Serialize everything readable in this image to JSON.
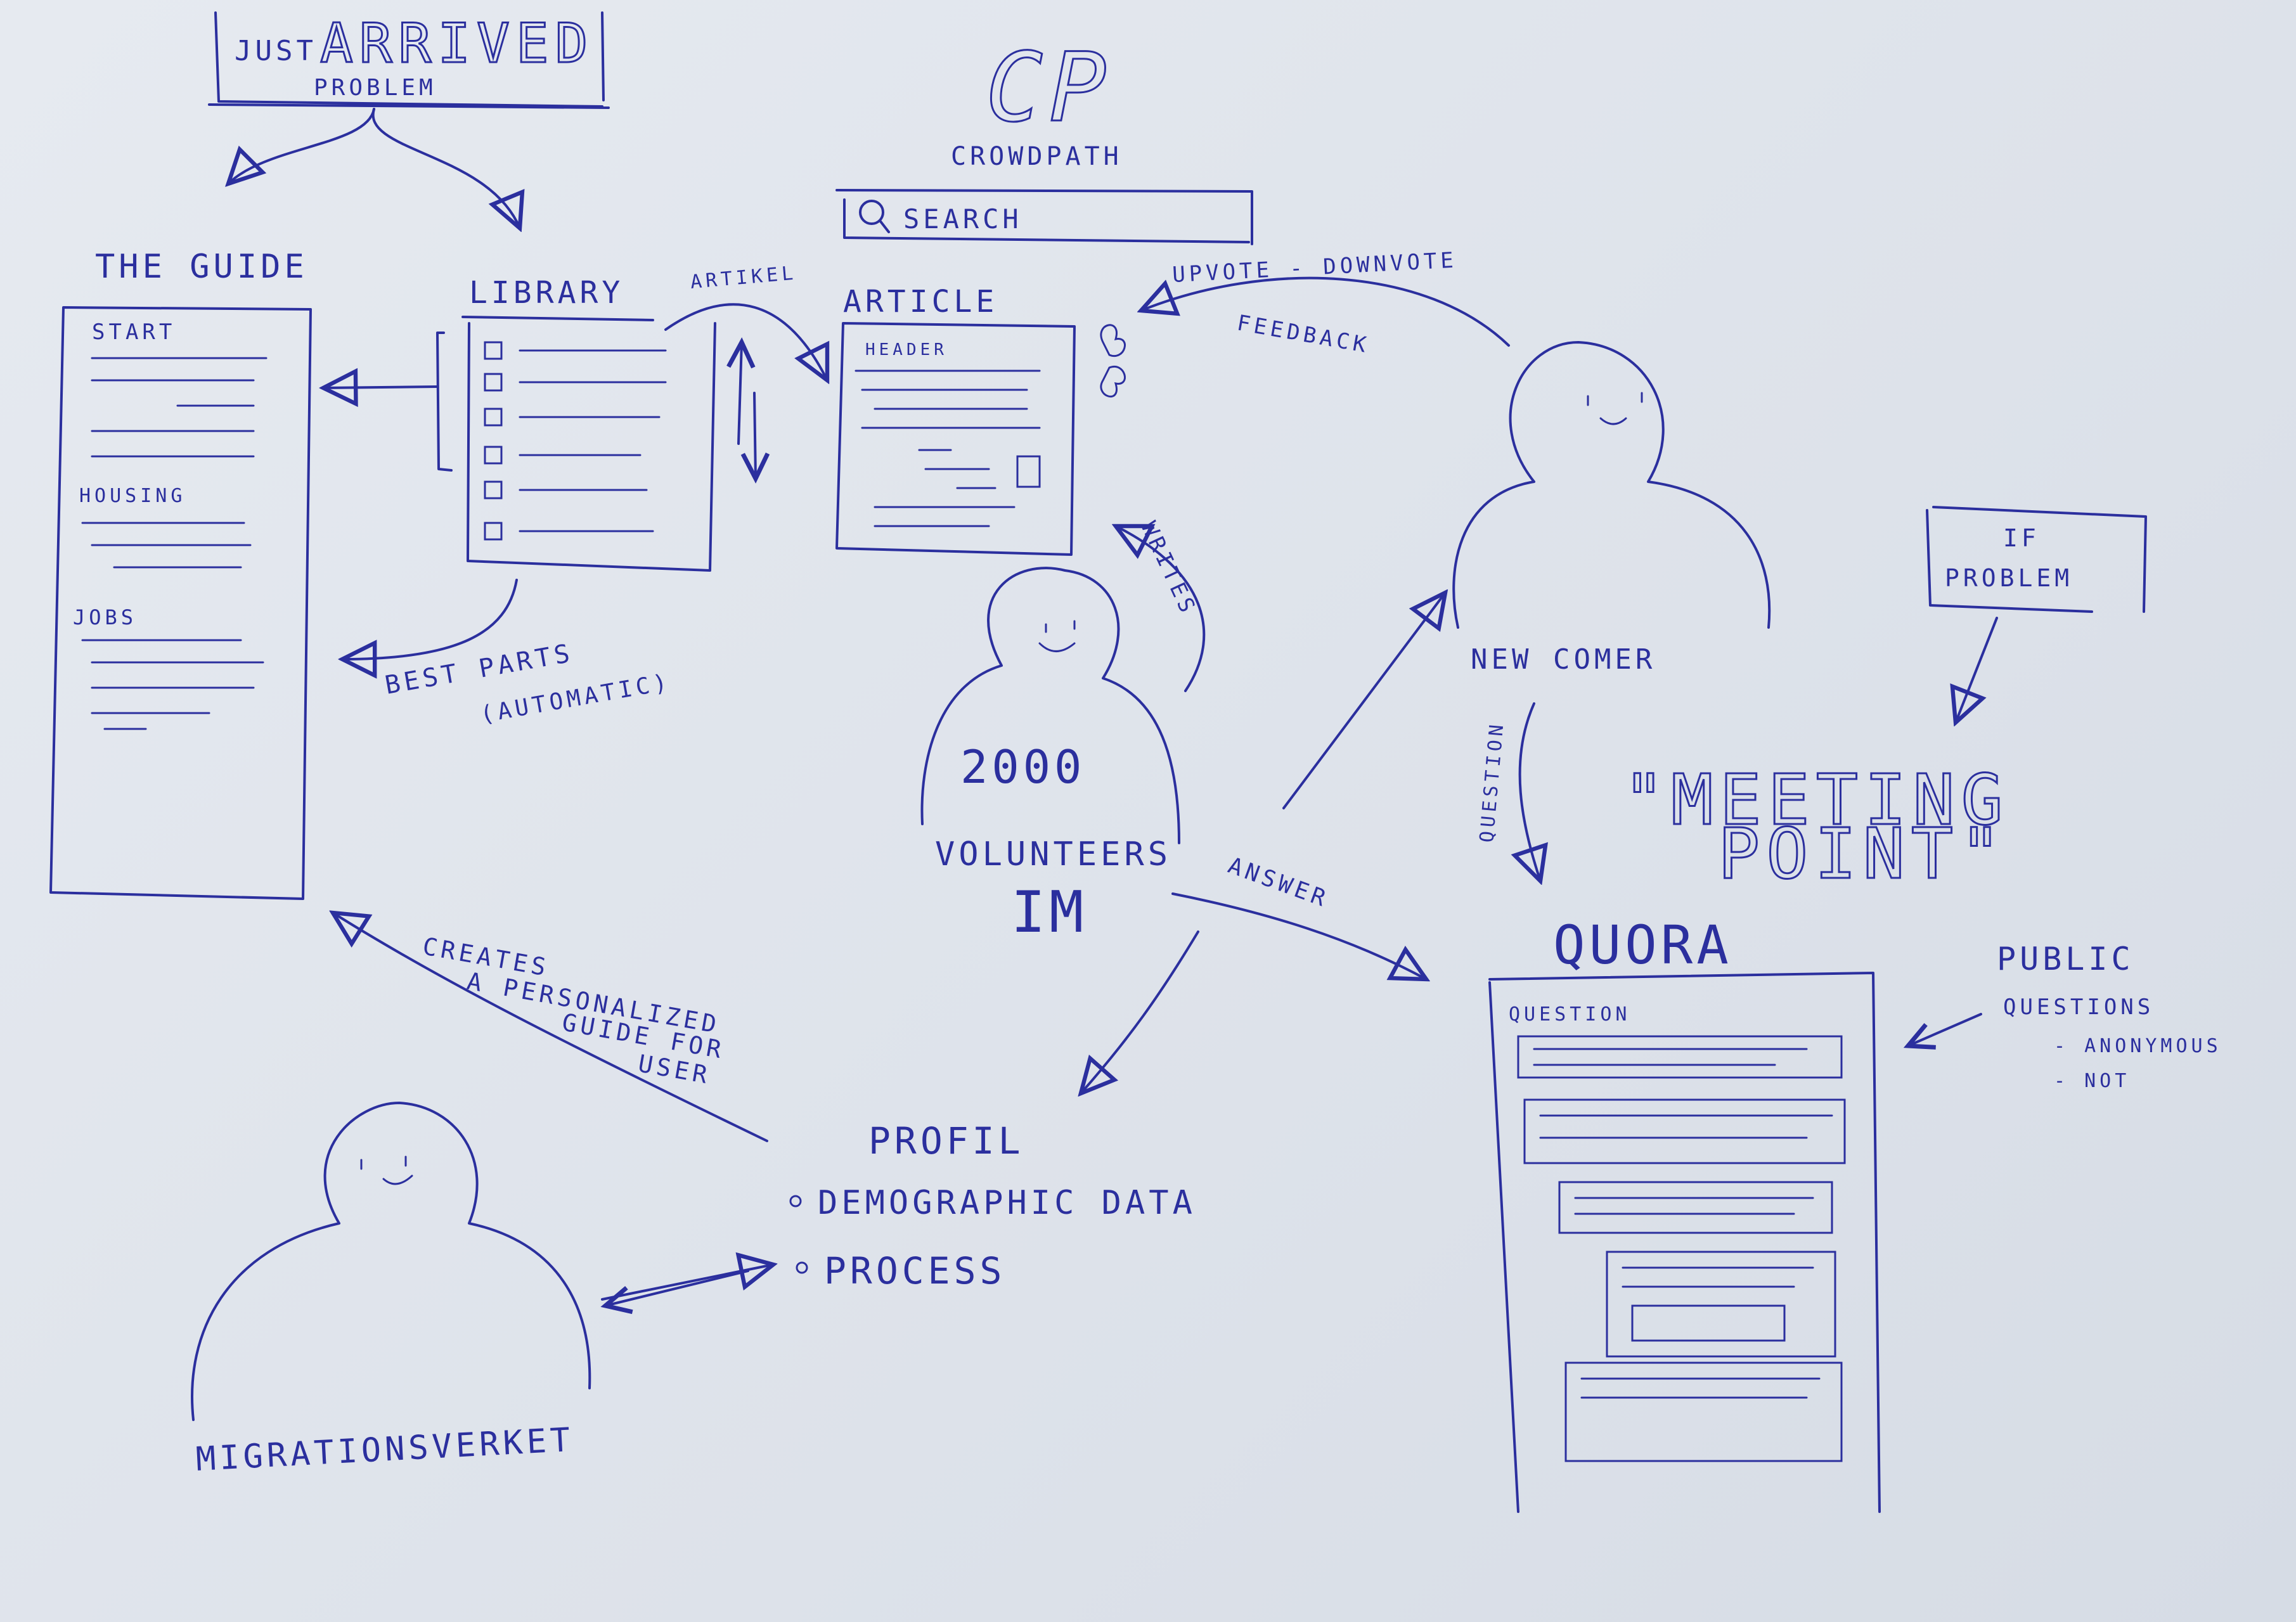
{
  "just_arrived": {
    "prefix": "JUST",
    "title": "ARRIVED",
    "sub": "PROBLEM"
  },
  "logo": {
    "mark": "CP",
    "name": "CROWDPATH"
  },
  "search": {
    "icon": "search-icon",
    "placeholder": "SEARCH"
  },
  "guide": {
    "title": "THE GUIDE",
    "sections": [
      "START",
      "HOUSING",
      "JOBS"
    ]
  },
  "library": {
    "title": "LIBRARY"
  },
  "article": {
    "title": "ARTICLE",
    "header": "HEADER"
  },
  "labels": {
    "artikel": "ARTIKEL",
    "upvote": "UPVOTE - DOWNVOTE",
    "feedback": "FEEDBACK",
    "writes": "WRITES",
    "best_parts": "BEST PARTS",
    "automatic": "(AUTOMATIC)",
    "question_arrow": "QUESTION",
    "answer": "ANSWER",
    "creates_1": "CREATES",
    "creates_2": "A PERSONALIZED",
    "creates_3": "GUIDE FOR",
    "creates_4": "USER"
  },
  "volunteers": {
    "count": "2000",
    "line1": "VOLUNTEERS",
    "line2": "IM"
  },
  "newcomer": {
    "label": "NEW COMER"
  },
  "if_problem": {
    "line1": "IF",
    "line2": "PROBLEM"
  },
  "meeting_point": {
    "line1": "\"MEETING",
    "line2": "POINT\""
  },
  "quora": {
    "title": "QUORA",
    "question_label": "QUESTION"
  },
  "public": {
    "title": "PUBLIC",
    "line": "QUESTIONS",
    "opt1": "- ANONYMOUS",
    "opt2": "- NOT"
  },
  "profil": {
    "title": "PROFIL",
    "item1": "DEMOGRAPHIC DATA",
    "item2": "PROCESS"
  },
  "migrationsverket": {
    "label": "MIGRATIONSVERKET"
  }
}
